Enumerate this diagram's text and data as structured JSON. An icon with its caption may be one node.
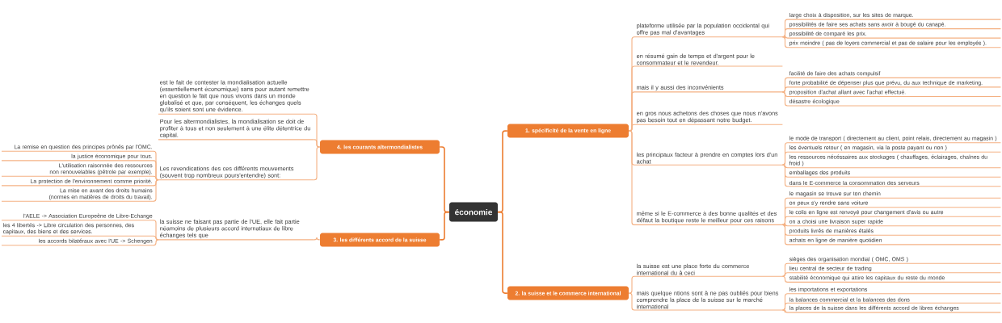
{
  "diagram": {
    "nodes": [
      {
        "text": [
          "économie"
        ]
      },
      {
        "text": [
          "1. spécificité de la vente en ligne"
        ]
      },
      {
        "text": [
          "plateforme utilisée par la population occidental qui offre pas mal d'avantages"
        ]
      },
      {
        "text": [
          "large choix à disposition, sur les sites de marque."
        ]
      },
      {
        "text": [
          "possibilités de faire ses achats sans avoir à bougé du canapé."
        ]
      },
      {
        "text": [
          "possibilité de comparé les prix."
        ]
      },
      {
        "text": [
          "prix moindre ( pas de loyers commercial et pas de salaire pour les employés )."
        ]
      },
      {
        "text": [
          "en résumé gain de temps et d'argent pour le consommateur et le revendeur."
        ]
      },
      {
        "text": [
          "mais il y aussi des inconvénients"
        ]
      },
      {
        "text": [
          "facilité de faire des achats compulsif"
        ]
      },
      {
        "text": [
          "forte probabilité de dépenser plus que prévu, du aux technique de marketing."
        ]
      },
      {
        "text": [
          "proposition d'achat allant avec l'achat effectué."
        ]
      },
      {
        "text": [
          "désastre écologique"
        ]
      },
      {
        "text": [
          "en gros nous achetons des choses que nous n'avons pas besoin tout en dépassant notre budget."
        ]
      },
      {
        "text": [
          "les principaux facteur à prendre en comptes lors d'un achat"
        ]
      },
      {
        "text": [
          "le mode de transport ( directement au client, point relais, directement au magasin )"
        ]
      },
      {
        "text": [
          "les éventuels retour ( en magasin, via la poste payant ou non )"
        ]
      },
      {
        "text": [
          "les ressources nécéssaires aux stockages ( chauffages, éclairages, chaînes du froid )"
        ]
      },
      {
        "text": [
          "emballages des produits"
        ]
      },
      {
        "text": [
          "dans le E-commerce la consommation des serveurs"
        ]
      },
      {
        "text": [
          "même si le E-commerce à des bonne qualités et des défaut la boutique reste le meilleur pour ces raisons"
        ]
      },
      {
        "text": [
          "le magasin se trouve sur ton chemin"
        ]
      },
      {
        "text": [
          "on peux s'y rendre sans voiture"
        ]
      },
      {
        "text": [
          "le colis en ligne est renvoyé pour changement d'avis ou autre"
        ]
      },
      {
        "text": [
          "on a choisi une livraison super rapide"
        ]
      },
      {
        "text": [
          "produits livrés de manières étalés"
        ]
      },
      {
        "text": [
          "achats en ligne de manière quotidien"
        ]
      },
      {
        "text": [
          "2. la suisse et le commerce international"
        ]
      },
      {
        "text": [
          "la suisse est une place forte du commerce international du à ceci"
        ]
      },
      {
        "text": [
          "sièges des organisation mondial ( OMC, OMS )"
        ]
      },
      {
        "text": [
          "lieu central de secteur de trading"
        ]
      },
      {
        "text": [
          "stabilité économique qui attire les capitaux du reste du monde"
        ]
      },
      {
        "text": [
          "mais quelque ntions sont à ne pas oubliés pour biens comprendre la place de la suisse sur le marché international"
        ]
      },
      {
        "text": [
          "les importations et exportations"
        ]
      },
      {
        "text": [
          "la balances commercial et la balances des dons"
        ]
      },
      {
        "text": [
          "la places de la suisse dans les différents accord de libres échanges"
        ]
      },
      {
        "text": [
          "3. les différents accord de la suisse"
        ]
      },
      {
        "text": [
          "la suisse ne faisant pas partie de l'UE, elle fait partie néamoins de plusieurs accord internatiaux de libre échanges tels que"
        ]
      },
      {
        "text": [
          "l'AELE -> Association Europeène de Libre-Echange"
        ]
      },
      {
        "text": [
          "les 4 libertés -> Libre circulation des personnes, des capitaux, des biens et des services."
        ]
      },
      {
        "text": [
          "les accords bilatéraux avec l'UE -> Schengen"
        ]
      },
      {
        "text": [
          "4. les courants altermondialistes"
        ]
      },
      {
        "text": [
          "est le fait de contester la mondialisation actuelle (essentiellement économique) sans pour autant remettre en question le fait que nous vivons dans un monde globalisé et que, par conséquent, les échanges quels qu'ils soient sont une évidence."
        ]
      },
      {
        "text": [
          "Pour les altermondialistes, la mondialisation se doit de profiter à tous et non seulement à une élite détentrice du capital."
        ]
      },
      {
        "text": [
          "Les revendications des ces différents mouvements (souvent trop nombreux pours'entendre) sont:"
        ]
      },
      {
        "text": [
          "La remise en question des principes prônés par l'OMC."
        ]
      },
      {
        "text": [
          "la justice économique pour tous."
        ]
      },
      {
        "text": [
          "L'utilisation raisonnée des ressources non renouvelables (pétrole par exemple)."
        ]
      },
      {
        "text": [
          "La protection de l'environnement comme priorité."
        ]
      },
      {
        "text": [
          "La mise en avant des droits humains (normes en matières de droits du travail)."
        ]
      }
    ],
    "edges": [
      {
        "from": 0,
        "to": 1,
        "arrow": "none",
        "color": "#ed7d31"
      },
      {
        "from": 0,
        "to": 27,
        "arrow": "none",
        "color": "#ed7d31"
      },
      {
        "from": 0,
        "to": 36,
        "arrow": "none",
        "color": "#ed7d31"
      },
      {
        "from": 0,
        "to": 41,
        "arrow": "none",
        "color": "#ed7d31"
      },
      {
        "from": 1,
        "to": 2,
        "arrow": "none"
      },
      {
        "from": 1,
        "to": 7,
        "arrow": "none"
      },
      {
        "from": 1,
        "to": 8,
        "arrow": "none"
      },
      {
        "from": 1,
        "to": 13,
        "arrow": "none"
      },
      {
        "from": 1,
        "to": 14,
        "arrow": "none"
      },
      {
        "from": 1,
        "to": 20,
        "arrow": "none"
      },
      {
        "from": 2,
        "to": 3,
        "arrow": "none"
      },
      {
        "from": 2,
        "to": 4,
        "arrow": "none"
      },
      {
        "from": 2,
        "to": 5,
        "arrow": "none"
      },
      {
        "from": 2,
        "to": 6,
        "arrow": "none"
      },
      {
        "from": 8,
        "to": 9,
        "arrow": "none"
      },
      {
        "from": 8,
        "to": 10,
        "arrow": "none"
      },
      {
        "from": 8,
        "to": 11,
        "arrow": "none"
      },
      {
        "from": 8,
        "to": 12,
        "arrow": "none"
      },
      {
        "from": 14,
        "to": 15,
        "arrow": "none"
      },
      {
        "from": 14,
        "to": 16,
        "arrow": "none"
      },
      {
        "from": 14,
        "to": 17,
        "arrow": "none"
      },
      {
        "from": 14,
        "to": 18,
        "arrow": "none"
      },
      {
        "from": 14,
        "to": 19,
        "arrow": "none"
      },
      {
        "from": 20,
        "to": 21,
        "arrow": "none"
      },
      {
        "from": 20,
        "to": 22,
        "arrow": "none"
      },
      {
        "from": 20,
        "to": 23,
        "arrow": "none"
      },
      {
        "from": 20,
        "to": 24,
        "arrow": "none"
      },
      {
        "from": 20,
        "to": 25,
        "arrow": "none"
      },
      {
        "from": 20,
        "to": 26,
        "arrow": "none"
      },
      {
        "from": 27,
        "to": 28,
        "arrow": "none"
      },
      {
        "from": 27,
        "to": 32,
        "arrow": "none"
      },
      {
        "from": 28,
        "to": 29,
        "arrow": "none"
      },
      {
        "from": 28,
        "to": 30,
        "arrow": "none"
      },
      {
        "from": 28,
        "to": 31,
        "arrow": "none"
      },
      {
        "from": 32,
        "to": 33,
        "arrow": "none"
      },
      {
        "from": 32,
        "to": 34,
        "arrow": "none"
      },
      {
        "from": 32,
        "to": 35,
        "arrow": "none"
      },
      {
        "from": 36,
        "to": 37,
        "arrow": "none"
      },
      {
        "from": 37,
        "to": 38,
        "arrow": "none"
      },
      {
        "from": 37,
        "to": 39,
        "arrow": "none"
      },
      {
        "from": 37,
        "to": 40,
        "arrow": "none"
      },
      {
        "from": 41,
        "to": 42,
        "arrow": "none"
      },
      {
        "from": 41,
        "to": 43,
        "arrow": "none"
      },
      {
        "from": 41,
        "to": 44,
        "arrow": "none"
      },
      {
        "from": 44,
        "to": 45,
        "arrow": "none"
      },
      {
        "from": 44,
        "to": 46,
        "arrow": "none"
      },
      {
        "from": 44,
        "to": 47,
        "arrow": "none"
      },
      {
        "from": 44,
        "to": 48,
        "arrow": "none"
      },
      {
        "from": 44,
        "to": 49,
        "arrow": "none"
      }
    ]
  }
}
